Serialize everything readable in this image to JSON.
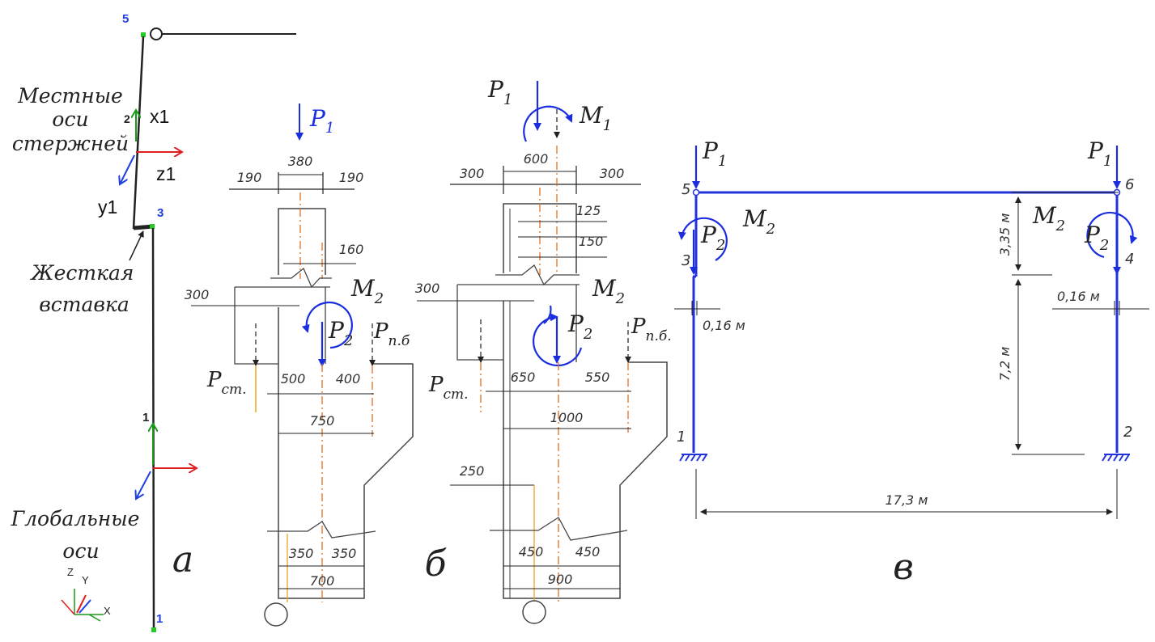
{
  "colors": {
    "load": "#1a2ee0",
    "axis_red": "#e02020",
    "axis_green": "#1a9a1a",
    "axis_blue": "#2040e0",
    "center_line": "#e07020",
    "frame": "#2233dd",
    "ink": "#222222",
    "node_green": "#22cc22"
  },
  "panel_a": {
    "caption": "а",
    "node_labels": {
      "n5": "5",
      "n2": "2",
      "n3": "3",
      "n1_mid": "1",
      "n1_bottom": "1"
    },
    "local_axes_label": [
      "Местные",
      "оси",
      "стержней"
    ],
    "local_axis_names": {
      "x": "x1",
      "z": "z1",
      "y": "y1"
    },
    "rigid_insert_label": [
      "Жесткая",
      "вставка"
    ],
    "global_axes_label": [
      "Глобальные",
      "оси"
    ],
    "global_axis_names": {
      "z": "Z",
      "y": "Y",
      "x": "X"
    }
  },
  "panel_b": {
    "caption": "б",
    "loads": {
      "p1": "P",
      "p1_sub": "1",
      "m2": "M",
      "m2_sub": "2",
      "p2": "P",
      "p2_sub": "2",
      "pst": "P",
      "pst_sub": "ст.",
      "pnb": "P",
      "pnb_sub": "п.б"
    },
    "dims": [
      "190",
      "380",
      "190",
      "160",
      "300",
      "500",
      "400",
      "750",
      "350",
      "350",
      "700"
    ]
  },
  "panel_v1": {
    "caption": "б",
    "loads": {
      "p1": "P",
      "p1_sub": "1",
      "m1": "M",
      "m1_sub": "1",
      "m2": "M",
      "m2_sub": "2",
      "p2": "P",
      "p2_sub": "2",
      "pst": "P",
      "pst_sub": "ст.",
      "pnb": "P",
      "pnb_sub": "п.б."
    },
    "dims": [
      "300",
      "600",
      "300",
      "125",
      "150",
      "300",
      "650",
      "550",
      "1000",
      "250",
      "450",
      "450",
      "900"
    ]
  },
  "panel_frame": {
    "caption": "в",
    "node_labels": [
      "5",
      "6",
      "3",
      "4",
      "1",
      "2"
    ],
    "loads": {
      "p1": "P",
      "p1_sub": "1",
      "m2": "M",
      "m2_sub": "2",
      "p2": "P",
      "p2_sub": "2"
    },
    "dims": {
      "upper_height": "3,35 м",
      "lower_height": "7,2 м",
      "offset_left": "0,16 м",
      "offset_right": "0,16 м",
      "span": "17,3 м"
    }
  }
}
